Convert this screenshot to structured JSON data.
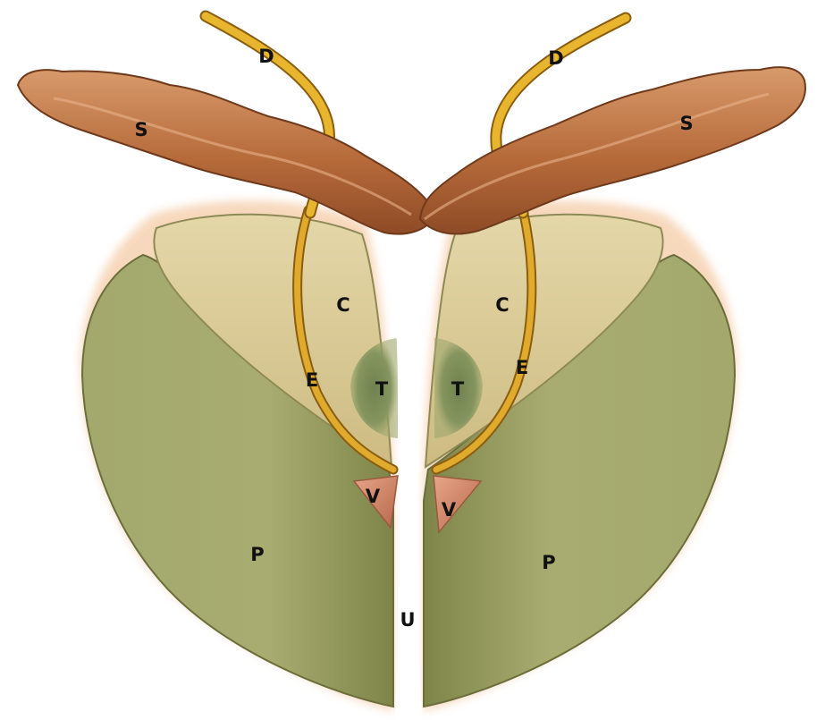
{
  "labels": {
    "duct_left": "D",
    "duct_right": "D",
    "seminal_left": "S",
    "seminal_right": "S",
    "central_left": "C",
    "central_right": "C",
    "ejaculatory_left": "E",
    "ejaculatory_right": "E",
    "transition_left": "T",
    "transition_right": "T",
    "verumontanum_left": "V",
    "verumontanum_right": "V",
    "peripheral_left": "P",
    "peripheral_right": "P",
    "urethra": "U"
  },
  "colors": {
    "peripheral": "#9a9f62",
    "central": "#dccb96",
    "transition": "#7f9159",
    "seminal": "#b56a3c",
    "duct": "#d9a425",
    "verumontanum": "#d98b6a",
    "glow": "#f3c8a2"
  }
}
